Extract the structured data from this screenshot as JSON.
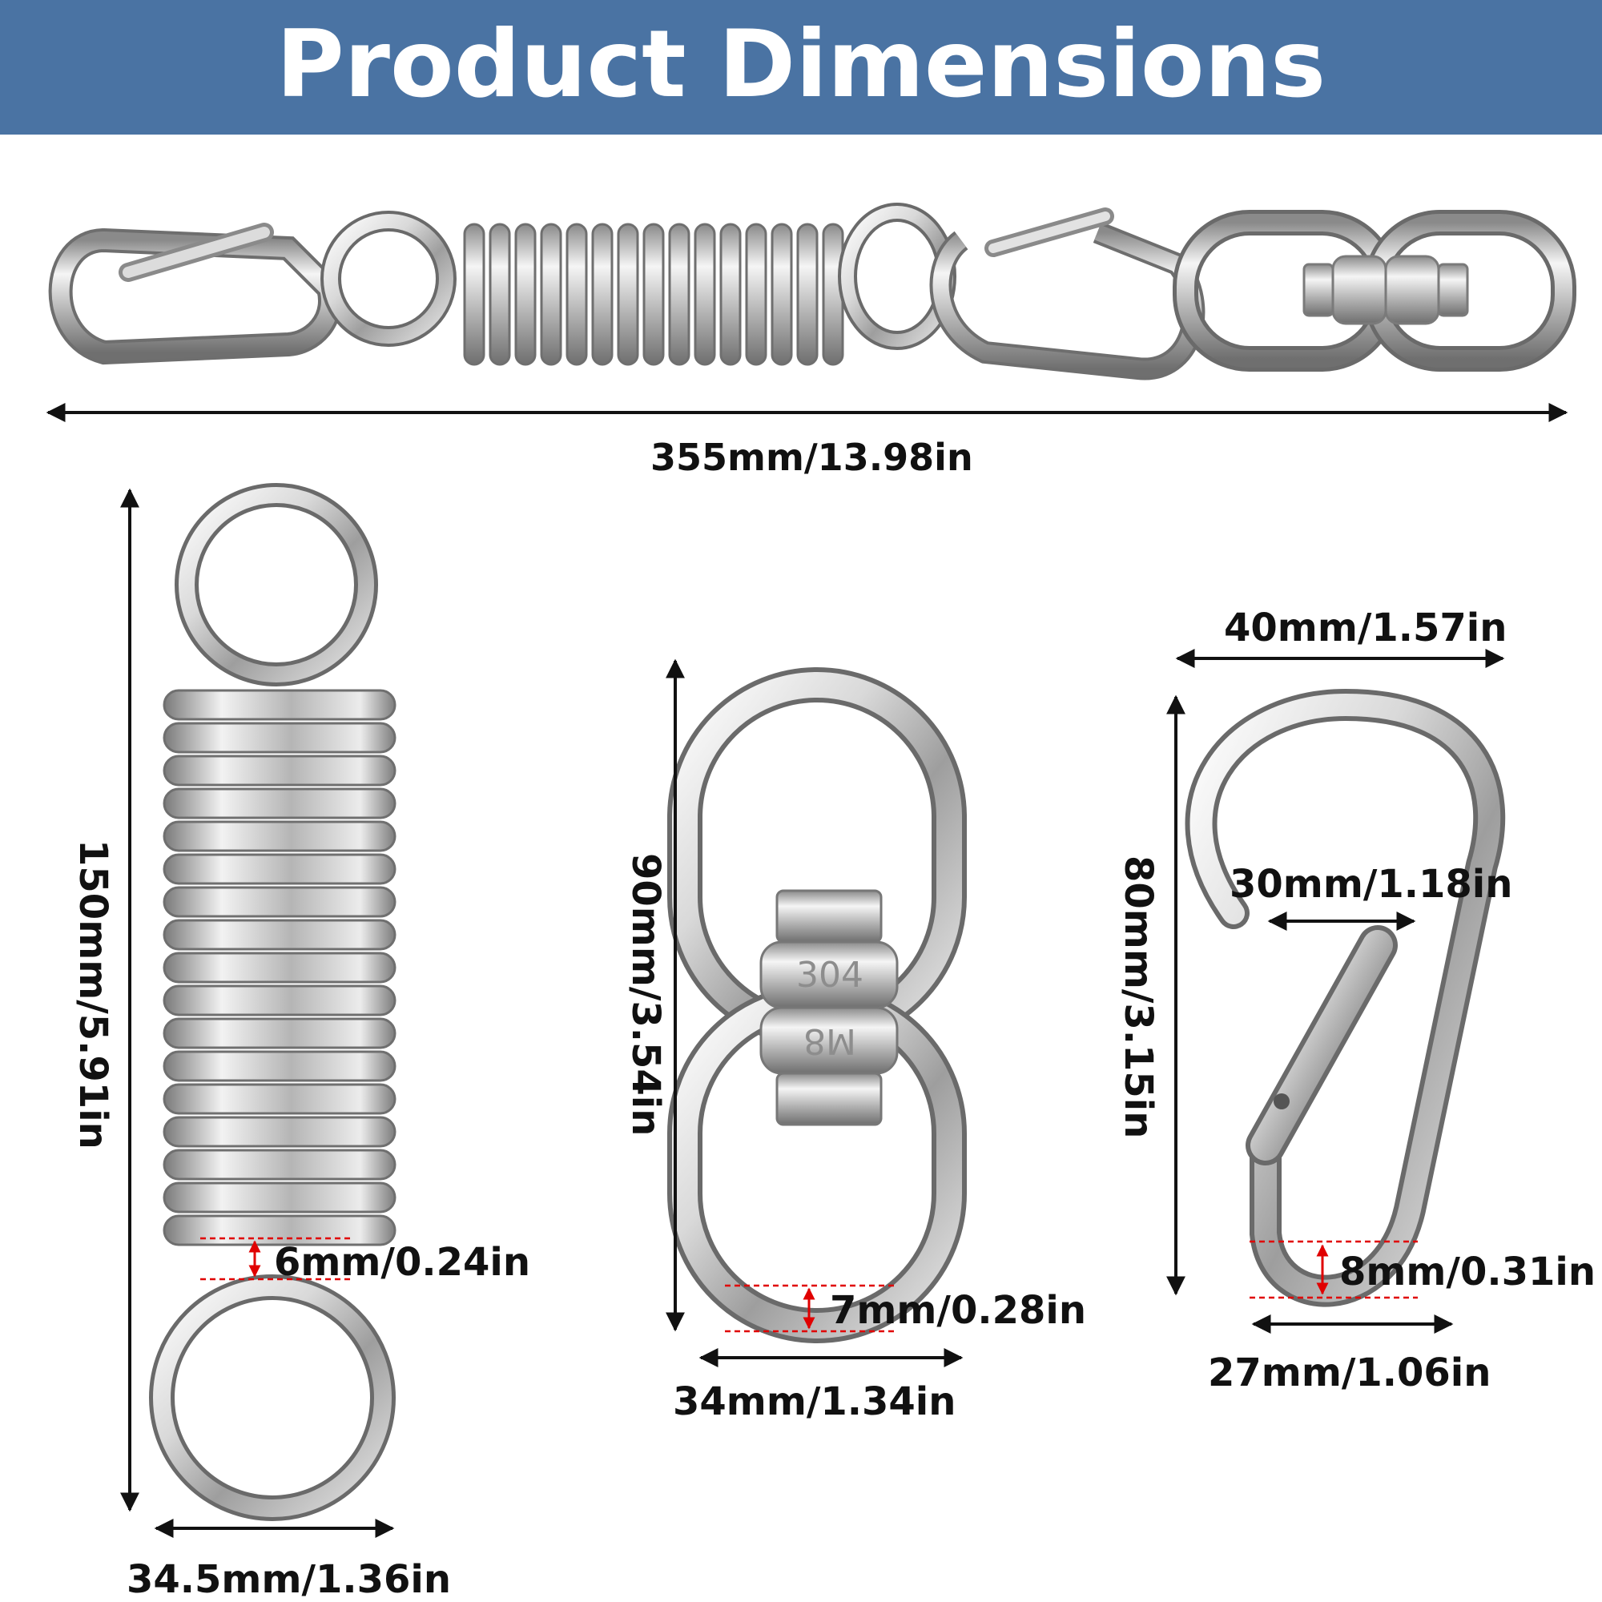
{
  "banner": {
    "title": "Product Dimensions",
    "background": "#4a73a3"
  },
  "colors": {
    "metal_light": "#f2f2f2",
    "metal_mid": "#b8b8b8",
    "metal_dark": "#6a6a6a",
    "arrow": "#111111",
    "accent": "#e00000"
  },
  "assembly": {
    "length_label": "355mm/13.98in"
  },
  "spring": {
    "height_label": "150mm/5.91in",
    "width_label": "34.5mm/1.36in",
    "wire_label": "6mm/0.24in"
  },
  "swivel": {
    "height_label": "90mm/3.54in",
    "width_label": "34mm/1.34in",
    "wire_label": "7mm/0.28in",
    "stamp_top": "304",
    "stamp_bottom": "M8"
  },
  "carabiner": {
    "width_label": "40mm/1.57in",
    "height_label": "80mm/3.15in",
    "gate_label": "30mm/1.18in",
    "wire_label": "8mm/0.31in",
    "bottom_label": "27mm/1.06in"
  }
}
